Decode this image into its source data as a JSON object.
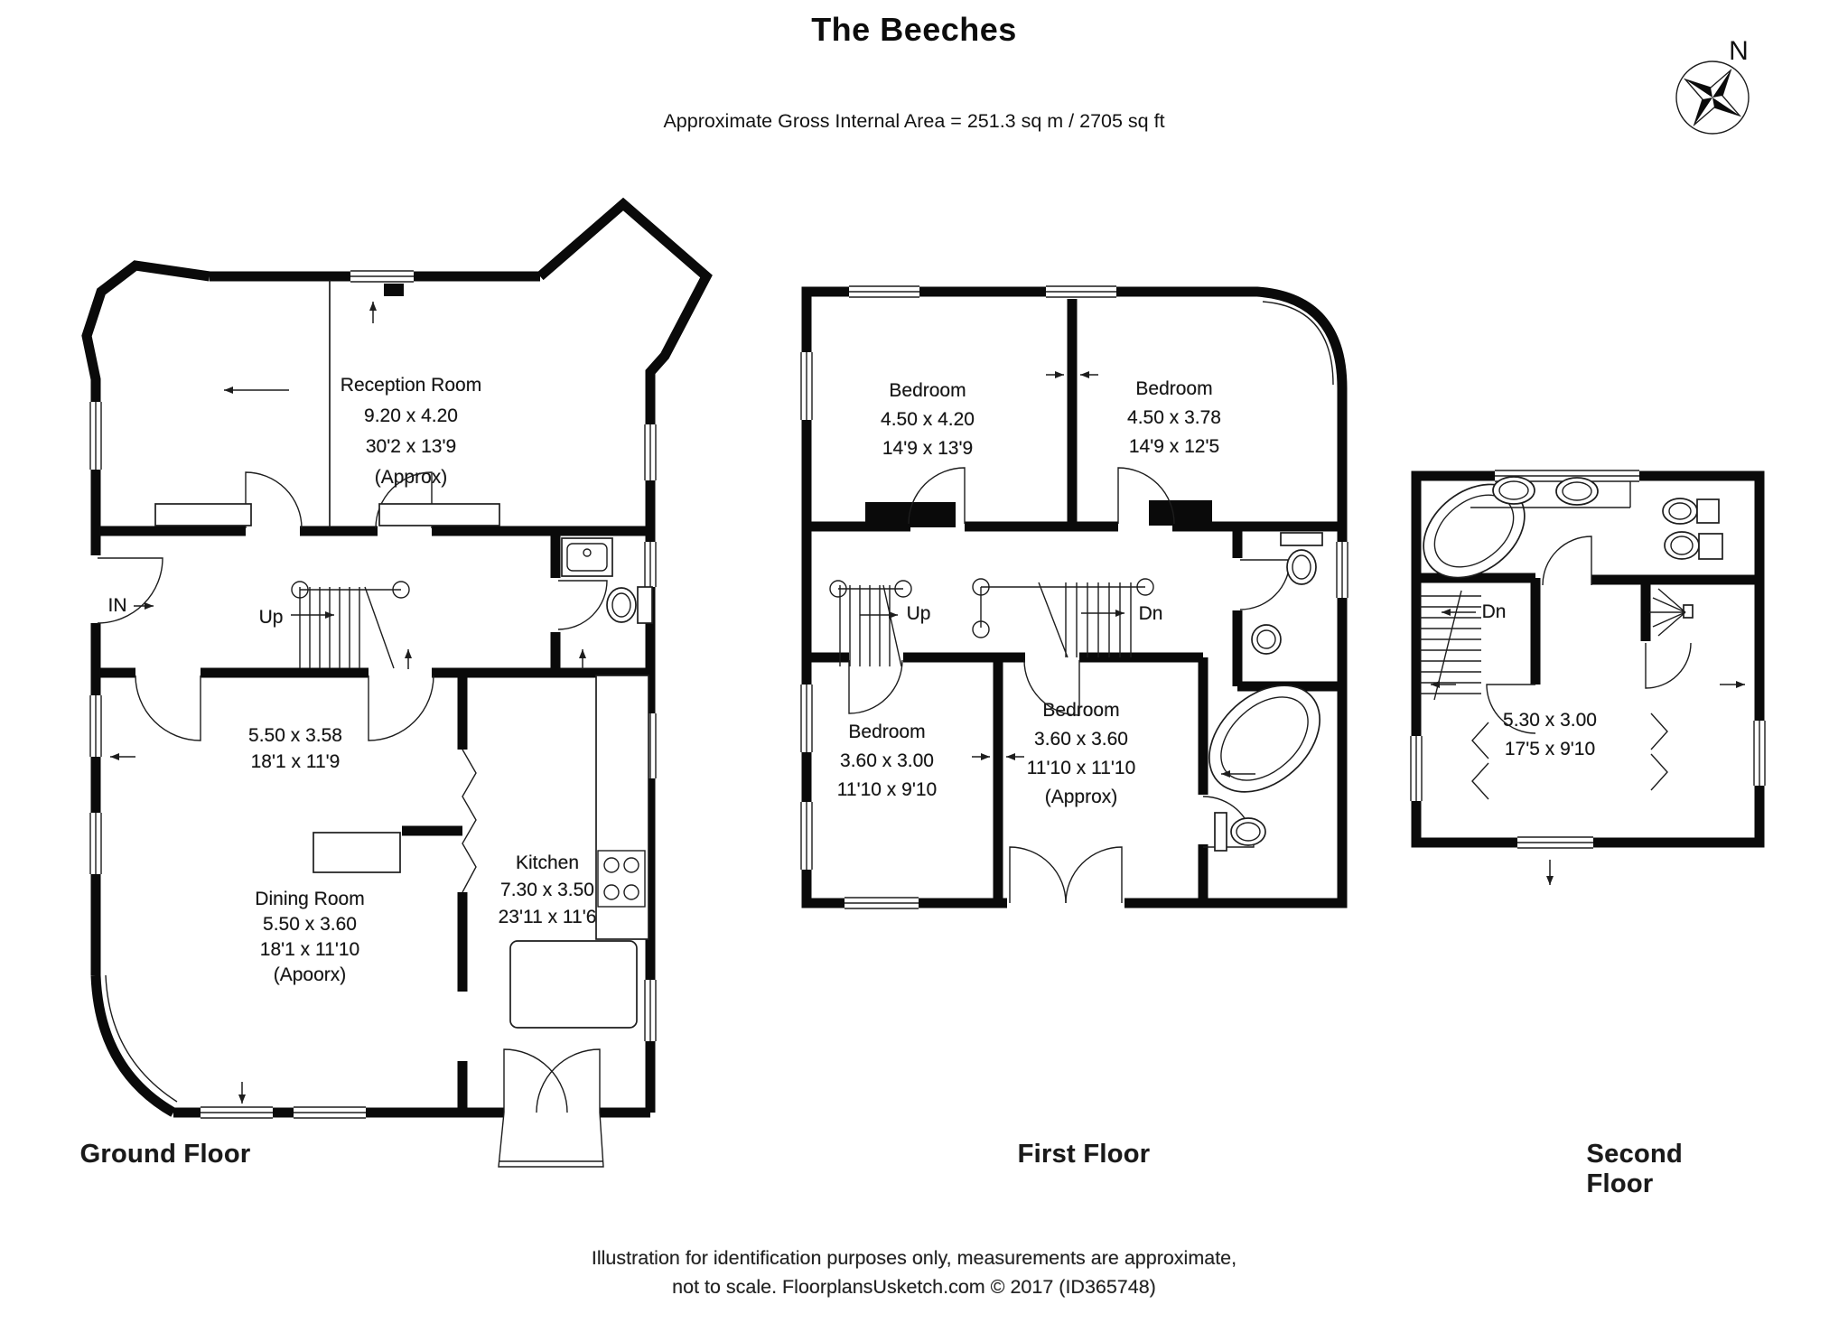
{
  "header": {
    "title": "The Beeches",
    "subtitle": "Approximate Gross Internal Area = 251.3 sq m / 2705 sq ft",
    "compass": "N"
  },
  "ground": {
    "floor_label": "Ground Floor",
    "reception": {
      "name": "Reception Room",
      "metric": "9.20 x 4.20",
      "imperial": "30'2 x 13'9",
      "note": "(Approx)"
    },
    "sitting": {
      "metric": "5.50 x 3.58",
      "imperial": "18'1 x 11'9"
    },
    "dining": {
      "name": "Dining Room",
      "metric": "5.50 x 3.60",
      "imperial": "18'1 x 11'10",
      "note": "(Apoorx)"
    },
    "kitchen": {
      "name": "Kitchen",
      "metric": "7.30 x 3.50",
      "imperial": "23'11 x 11'6"
    },
    "in_label": "IN",
    "up_label": "Up"
  },
  "first": {
    "floor_label": "First Floor",
    "bedroom_front": {
      "name": "Bedroom",
      "metric": "4.50 x 4.20",
      "imperial": "14'9 x 13'9"
    },
    "bedroom_rear": {
      "name": "Bedroom",
      "metric": "4.50 x 3.78",
      "imperial": "14'9 x 12'5"
    },
    "bedroom_small": {
      "name": "Bedroom",
      "metric": "3.60 x 3.00",
      "imperial": "11'10 x 9'10"
    },
    "bedroom_mid": {
      "name": "Bedroom",
      "metric": "3.60 x 3.60",
      "imperial": "11'10 x 11'10",
      "note": "(Approx)"
    },
    "up_label": "Up",
    "dn_label": "Dn"
  },
  "second": {
    "floor_label": "Second Floor",
    "room": {
      "metric": "5.30 x 3.00",
      "imperial": "17'5 x 9'10"
    },
    "dn_label": "Dn"
  },
  "footer": {
    "line1": "Illustration for identification purposes only, measurements are approximate,",
    "line2": "not to scale. FloorplansUsketch.com © 2017 (ID365748)"
  }
}
